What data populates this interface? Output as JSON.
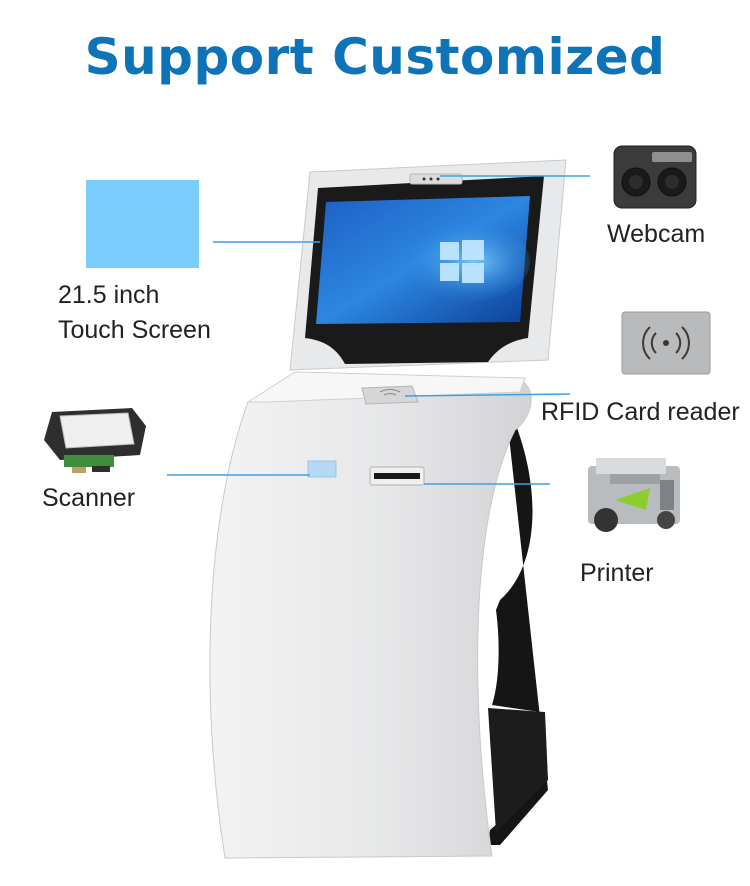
{
  "title": "Support Customized",
  "labels": {
    "touch_screen_line1": "21.5 inch",
    "touch_screen_line2": "Touch Screen",
    "webcam": "Webcam",
    "rfid": "RFID Card reader",
    "scanner": "Scanner",
    "printer": "Printer"
  },
  "colors": {
    "title": "#0f73b8",
    "leader_line": "#3aa3e3",
    "swatch": "#7acdfb",
    "kiosk_body": "#e9eaeb",
    "screen": "#1b6fd0"
  }
}
